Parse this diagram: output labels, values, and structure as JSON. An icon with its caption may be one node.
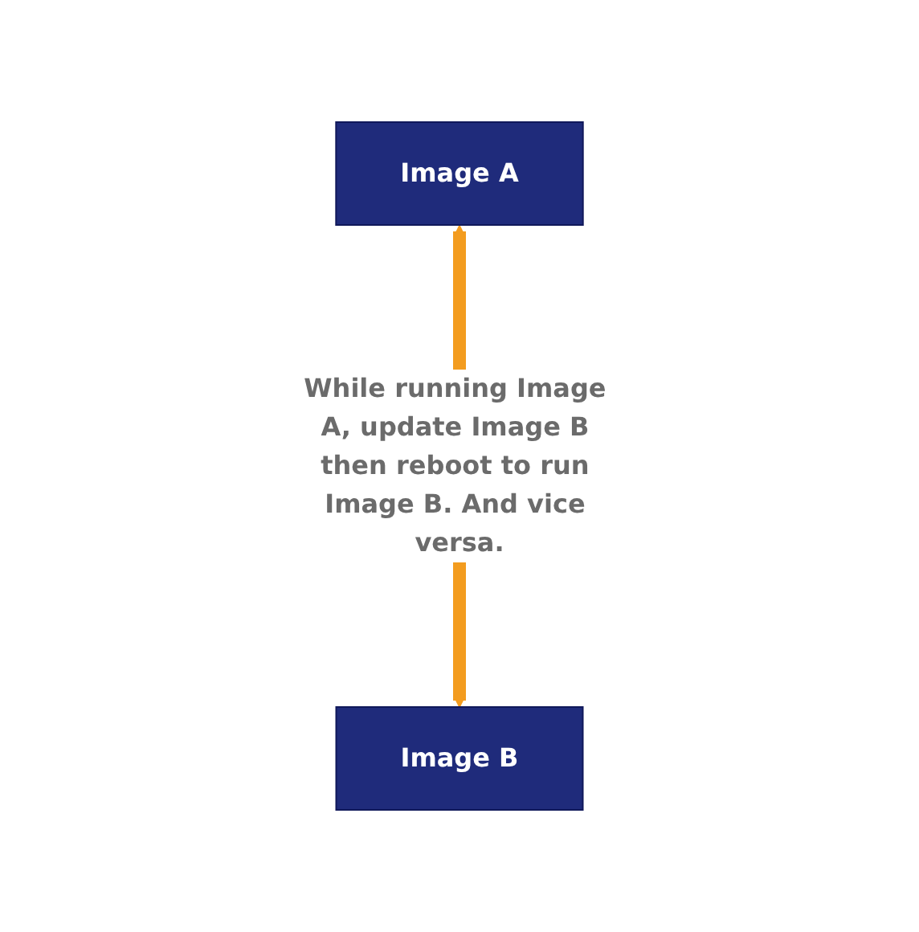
{
  "diagram": {
    "nodes": [
      {
        "text": [
          "Image A"
        ]
      },
      {
        "text": [
          "Image B"
        ]
      }
    ],
    "edges": [
      {
        "from": 0,
        "to": 1,
        "arrow": "both",
        "label": "While running Image A, update Image B then reboot to run Image B. And vice versa.",
        "color": "#f39c1f"
      }
    ]
  }
}
